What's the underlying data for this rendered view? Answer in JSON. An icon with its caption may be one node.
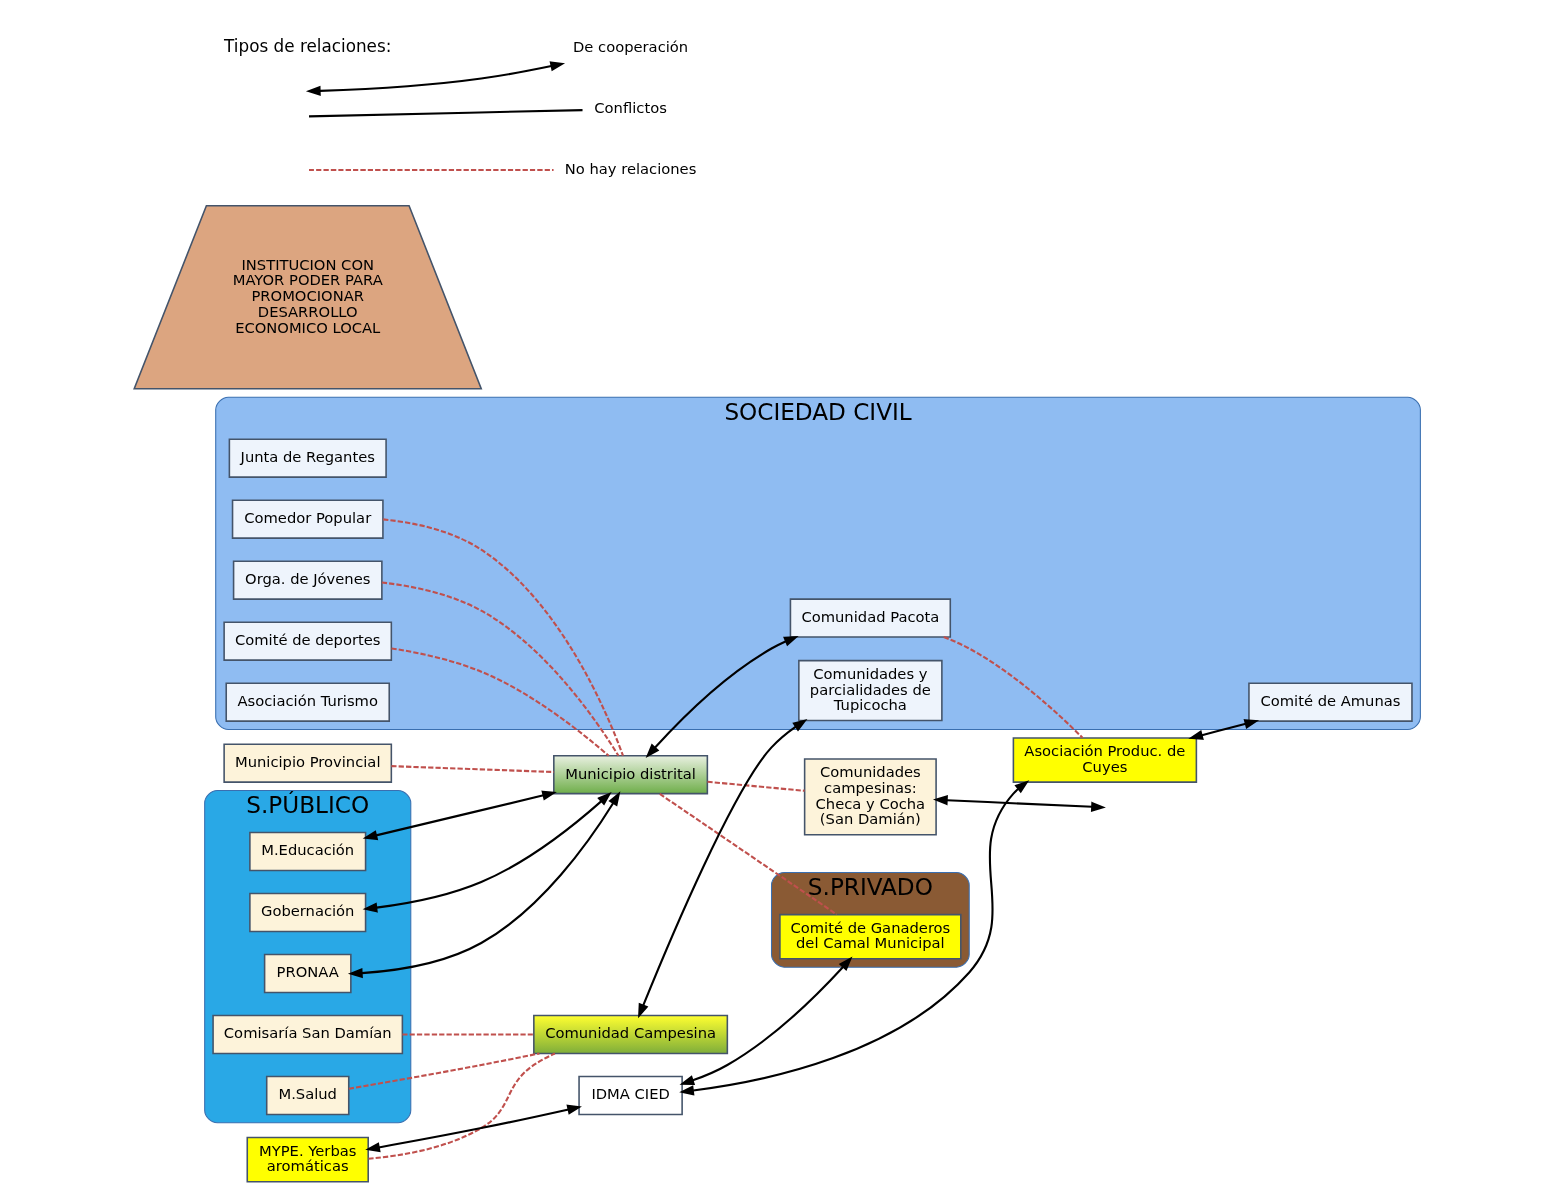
{
  "diagram": {
    "nodes": [
      {
        "text": [
          "S.PÚBLICO"
        ]
      },
      {
        "text": [
          "Gobernación"
        ],
        "in": 0
      },
      {
        "text": [
          "Municipio Provincial"
        ]
      },
      {
        "text": [
          "PRONAA"
        ],
        "in": 0
      },
      {
        "text": [
          "M.Educación"
        ],
        "in": 0
      },
      {
        "text": [
          "Comisaría San Damían"
        ],
        "in": 0
      },
      {
        "text": [
          "M.Salud"
        ],
        "in": 0
      },
      {
        "text": [
          "INSTITUCION CON MAYOR PODER PARA PROMOCIONAR DESARROLLO ECONOMICO LOCAL"
        ]
      },
      {
        "text": [
          "Municipio distrital"
        ]
      },
      {
        "text": [
          "Comunidad Campesina"
        ]
      },
      {
        "text": [
          "IDMA CIED"
        ]
      },
      {
        "text": [
          "SOCIEDAD CIVIL"
        ]
      },
      {
        "text": [
          "Junta de Regantes"
        ],
        "in": 11
      },
      {
        "text": [
          "Comité de deportes"
        ],
        "in": 11
      },
      {
        "text": [
          "Comedor Popular"
        ],
        "in": 11
      },
      {
        "text": [
          "Orga. de Jóvenes"
        ],
        "in": 11
      },
      {
        "text": [
          "Asociación Turismo"
        ],
        "in": 11
      },
      {
        "text": [
          "Comunidad Pacota"
        ],
        "in": 11
      },
      {
        "text": [
          "Comunidades campesinas: Checa y Cocha (San Damián)"
        ]
      },
      {
        "text": [
          "Comunidades y parcialidades de Tupicocha"
        ],
        "in": 11
      },
      {
        "text": [
          "Comité de Amunas"
        ],
        "in": 11
      },
      {
        "text": [
          "S.PRIVADO"
        ]
      },
      {
        "text": [
          "MYPE. Yerbas aromáticas"
        ]
      },
      {
        "text": [
          "Comité de Ganaderos del Camal Municipal"
        ],
        "in": 21
      },
      {
        "text": [
          "Asociación Produc. de Cuyes"
        ]
      }
    ],
    "edges": [
      {
        "from": 1,
        "to": 8,
        "arrow": "both"
      },
      {
        "from": 3,
        "to": 8,
        "arrow": "both"
      },
      {
        "from": 4,
        "to": 8,
        "arrow": "both"
      },
      {
        "from": 22,
        "to": 10,
        "arrow": "both"
      },
      {
        "from": 10,
        "to": 23,
        "arrow": "both"
      },
      {
        "from": 8,
        "to": 17,
        "arrow": "both"
      },
      {
        "from": 9,
        "to": 19,
        "arrow": "both"
      },
      {
        "from": 10,
        "to": 24,
        "arrow": "both"
      },
      {
        "from": 24,
        "to": 20,
        "arrow": "both"
      },
      {
        "from": 18,
        "to": null,
        "arrow": "both"
      },
      {
        "from": 2,
        "to": 8,
        "arrow": "none",
        "style": "dashed",
        "color": "#c0504d"
      },
      {
        "from": 5,
        "to": 9,
        "arrow": "none",
        "style": "dashed",
        "color": "#c0504d"
      },
      {
        "from": 6,
        "to": 9,
        "arrow": "none",
        "style": "dashed",
        "color": "#c0504d"
      },
      {
        "from": 22,
        "to": 9,
        "arrow": "none",
        "style": "dashed",
        "color": "#c0504d"
      },
      {
        "from": 13,
        "to": 8,
        "arrow": "none",
        "style": "dashed",
        "color": "#c0504d"
      },
      {
        "from": 14,
        "to": 8,
        "arrow": "none",
        "style": "dashed",
        "color": "#c0504d"
      },
      {
        "from": 15,
        "to": 8,
        "arrow": "none",
        "style": "dashed",
        "color": "#c0504d"
      },
      {
        "from": 8,
        "to": 18,
        "arrow": "none",
        "style": "dashed",
        "color": "#c0504d"
      },
      {
        "from": 17,
        "to": 24,
        "arrow": "none",
        "style": "dashed",
        "color": "#c0504d"
      },
      {
        "from": 8,
        "to": 23,
        "arrow": "none",
        "style": "dashed",
        "color": "#c0504d"
      }
    ],
    "labels": [
      "Tipos de relaciones:"
    ],
    "legend": [
      {
        "text": "De cooperación"
      },
      {
        "text": "Conflictos"
      },
      {
        "text": "No hay relaciones"
      }
    ]
  }
}
